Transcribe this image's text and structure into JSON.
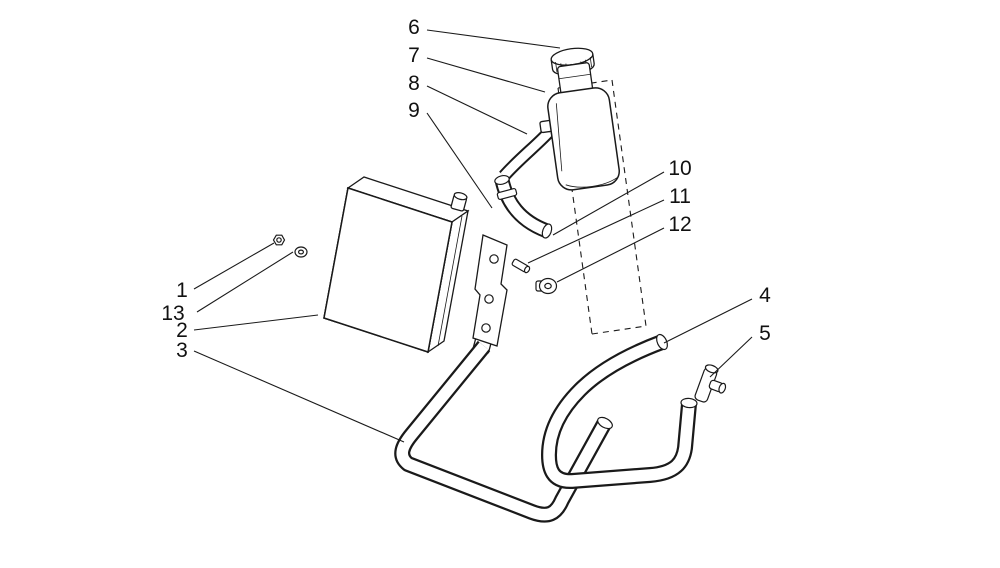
{
  "colors": {
    "ink": "#1a1a1a",
    "paper": "#ffffff"
  },
  "callouts": [
    {
      "label": "1"
    },
    {
      "label": "2"
    },
    {
      "label": "3"
    },
    {
      "label": "4"
    },
    {
      "label": "5"
    },
    {
      "label": "6"
    },
    {
      "label": "7"
    },
    {
      "label": "8"
    },
    {
      "label": "9"
    },
    {
      "label": "10"
    },
    {
      "label": "11"
    },
    {
      "label": "12"
    },
    {
      "label": "13"
    }
  ]
}
